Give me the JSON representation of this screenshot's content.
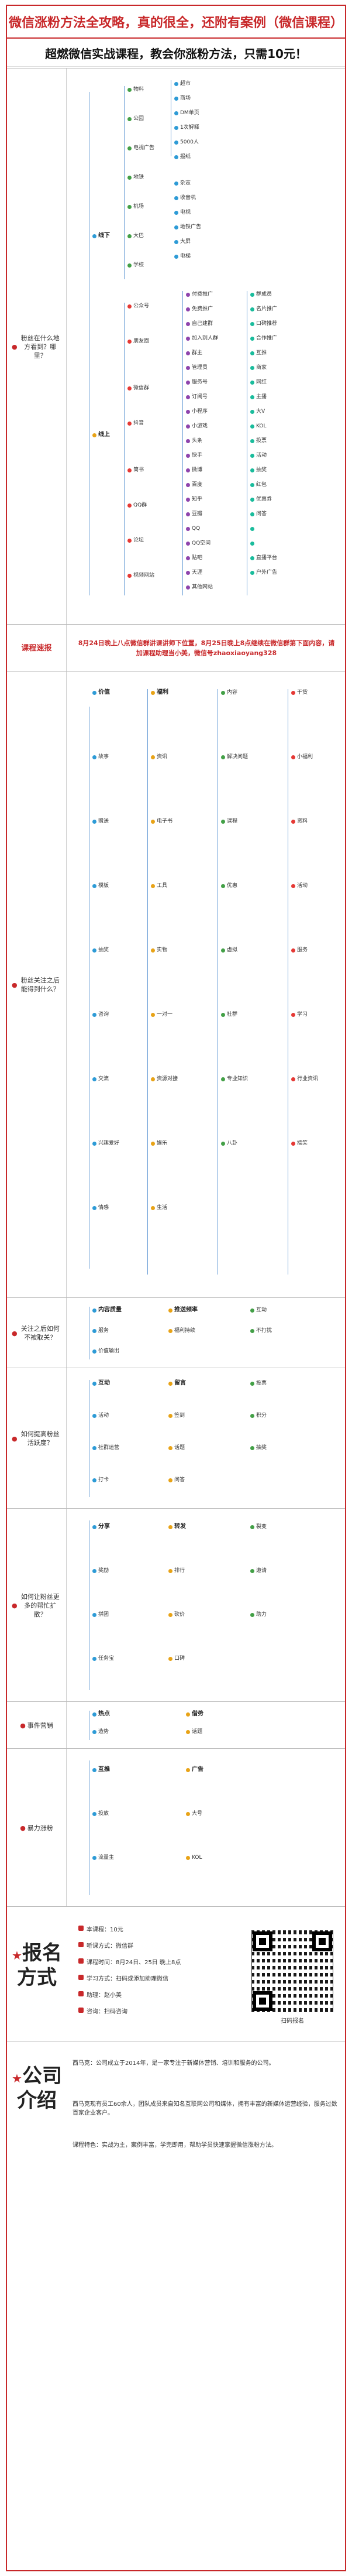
{
  "header": {
    "title": "微信涨粉方法全攻略，真的很全，还附有案例（微信课程）",
    "subtitle": "超燃微信实战课程，教会你涨粉方法，只需10元！"
  },
  "sections": [
    {
      "label": "粉丝在什么地方看到？哪里？",
      "nodes": [
        "线下",
        "线上",
        "物料",
        "公园",
        "电视广告",
        "地铁",
        "机场",
        "大巴",
        "学校",
        "超市",
        "商场",
        "DM单页",
        "1次解释",
        "5000人",
        "报纸",
        "杂志",
        "收音机",
        "电视",
        "地铁广告",
        "大屏",
        "电梯",
        "户外广告",
        "公众号",
        "朋友圈",
        "微信群",
        "服务号",
        "订阅号",
        "小程序",
        "小游戏",
        "头条",
        "抖音",
        "快手",
        "微博",
        "百度",
        "知乎",
        "简书",
        "豆瓣",
        "QQ",
        "QQ群",
        "QQ空间",
        "贴吧",
        "天涯",
        "论坛",
        "其他网站",
        "视频网站",
        "直播平台",
        "付费推广",
        "免费推广",
        "自己建群",
        "加入别人群",
        "群主",
        "管理员",
        "群成员",
        "名片推广",
        "口碑推荐",
        "合作推广",
        "互推",
        "商家",
        "网红",
        "主播",
        "大V",
        "KOL",
        "投票",
        "活动",
        "抽奖",
        "红包",
        "优惠券",
        "问答"
      ]
    },
    {
      "label": "课程速报",
      "notice": "8月24日晚上八点微信群讲课讲师下位置，8月25日晚上8点继续在微信群第下面内容，请加课程助理当小美，微信号zhaoxiaoyang328"
    },
    {
      "label": "粉丝关注之后能得到什么？",
      "nodes": [
        "价值",
        "福利",
        "内容",
        "干货",
        "故事",
        "资讯",
        "解决问题",
        "小福利",
        "赠送",
        "电子书",
        "课程",
        "资料",
        "模板",
        "工具",
        "优惠",
        "活动",
        "抽奖",
        "实物",
        "虚拟",
        "服务",
        "咨询",
        "一对一",
        "社群",
        "学习",
        "交流",
        "资源对接",
        "专业知识",
        "行业资讯",
        "兴趣爱好",
        "娱乐",
        "八卦",
        "搞笑",
        "情感",
        "生活"
      ]
    },
    {
      "label": "关注之后如何不被取关？",
      "nodes": [
        "内容质量",
        "推送频率",
        "互动",
        "服务",
        "福利持续",
        "不打扰",
        "价值输出"
      ]
    },
    {
      "label": "如何提高粉丝活跃度？",
      "nodes": [
        "互动",
        "留言",
        "投票",
        "活动",
        "签到",
        "积分",
        "社群运营",
        "话题",
        "抽奖",
        "打卡",
        "问答"
      ]
    },
    {
      "label": "如何让粉丝更多的帮忙扩散？",
      "nodes": [
        "分享",
        "转发",
        "裂变",
        "奖励",
        "排行",
        "邀请",
        "拼团",
        "砍价",
        "助力",
        "任务宝",
        "口碑"
      ]
    },
    {
      "label": "事件营销",
      "nodes": [
        "热点",
        "借势",
        "造势",
        "话题"
      ]
    },
    {
      "label": "暴力涨粉",
      "nodes": [
        "互推",
        "广告",
        "投放",
        "大号",
        "流量主",
        "KOL"
      ]
    }
  ],
  "registration": {
    "title": "报名方式",
    "rows": [
      "本课程：10元",
      "听课方式：微信群",
      "课程时间：8月24日、25日 晚上8点",
      "学习方式：扫码或添加助理微信",
      "助理：赵小美",
      "咨询：扫码咨询"
    ],
    "qr_caption": "扫码报名"
  },
  "company": {
    "title": "公司介绍",
    "paragraphs": [
      "西马克：公司成立于2014年，是一家专注于新媒体营销、培训和服务的公司。",
      "西马克现有员工60余人，团队成员来自知名互联网公司和媒体，拥有丰富的新媒体运营经验，服务过数百家企业客户。",
      "课程特色：实战为主，案例丰富，学完即用，帮助学员快速掌握微信涨粉方法。"
    ]
  }
}
